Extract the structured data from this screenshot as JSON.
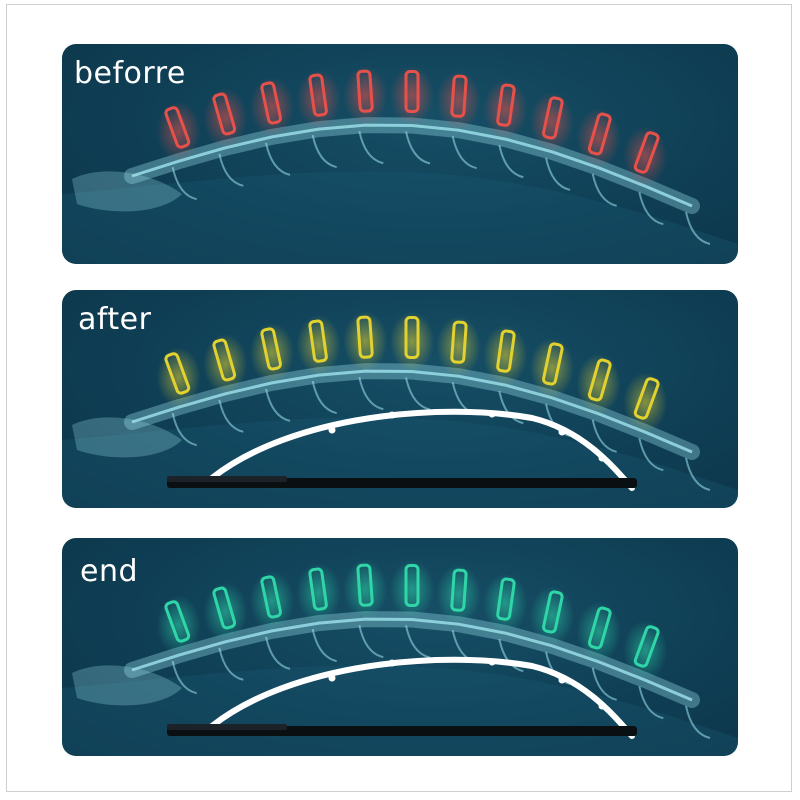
{
  "panels": [
    {
      "id": "before",
      "label": "beforre",
      "disc_color": "#e8514a",
      "shows_stretcher": false
    },
    {
      "id": "after",
      "label": "after",
      "disc_color": "#e2d12f",
      "shows_stretcher": true
    },
    {
      "id": "end",
      "label": "end",
      "disc_color": "#2fd6a8",
      "shows_stretcher": true
    }
  ],
  "colors": {
    "panel_bg": "#0f3f55",
    "bone": "#9fe3ee",
    "stretcher": "#ffffff"
  }
}
